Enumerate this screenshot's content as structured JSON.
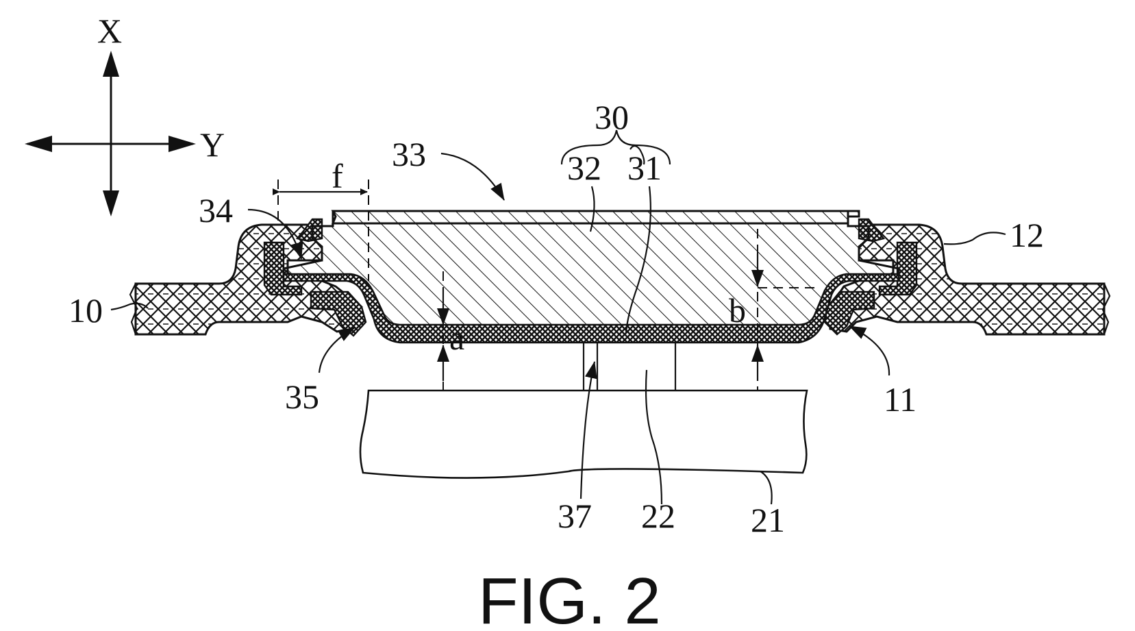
{
  "figure": {
    "title": "FIG. 2",
    "axes": {
      "x": "X",
      "y": "Y"
    },
    "dimension_labels": {
      "a": "a",
      "b": "b",
      "f": "f"
    },
    "reference_numerals": {
      "n10": "10",
      "n11": "11",
      "n12": "12",
      "n21": "21",
      "n22": "22",
      "n30": "30",
      "n31": "31",
      "n32": "32",
      "n33": "33",
      "n34": "34",
      "n35": "35",
      "n37": "37"
    }
  }
}
